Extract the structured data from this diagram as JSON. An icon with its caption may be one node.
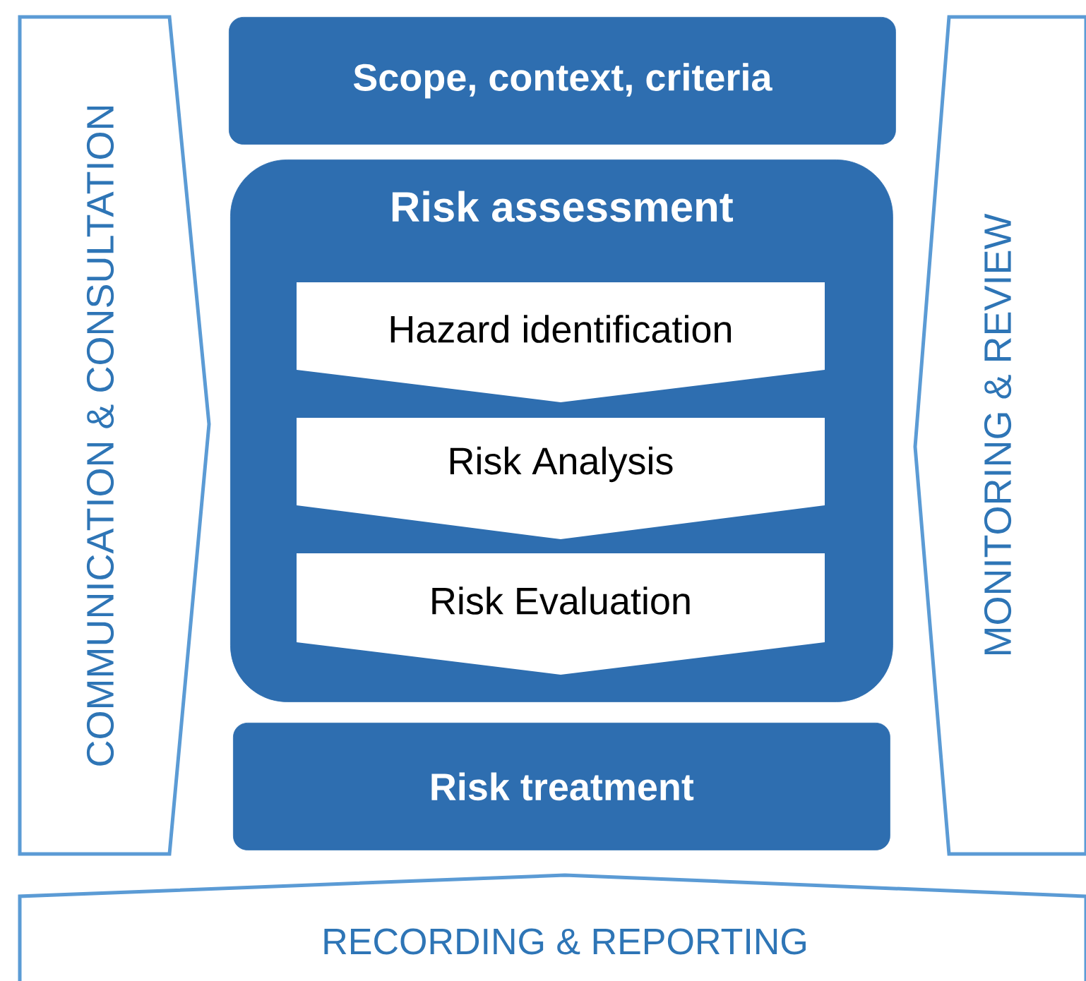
{
  "diagram": {
    "nodes": [
      {
        "text": [
          "Scope, context, criteria"
        ]
      },
      {
        "text": [
          "Risk assessment"
        ]
      },
      {
        "text": [
          "Hazard identification"
        ],
        "in": 1
      },
      {
        "text": [
          "Risk Analysis"
        ],
        "in": 1
      },
      {
        "text": [
          "Risk Evaluation"
        ],
        "in": 1
      },
      {
        "text": [
          "Risk treatment"
        ]
      },
      {
        "text": [
          "COMMUNICATION & CONSULTATION"
        ]
      },
      {
        "text": [
          "MONITORING & REVIEW"
        ]
      },
      {
        "text": [
          "RECORDING & REPORTING"
        ]
      }
    ],
    "edges": []
  }
}
